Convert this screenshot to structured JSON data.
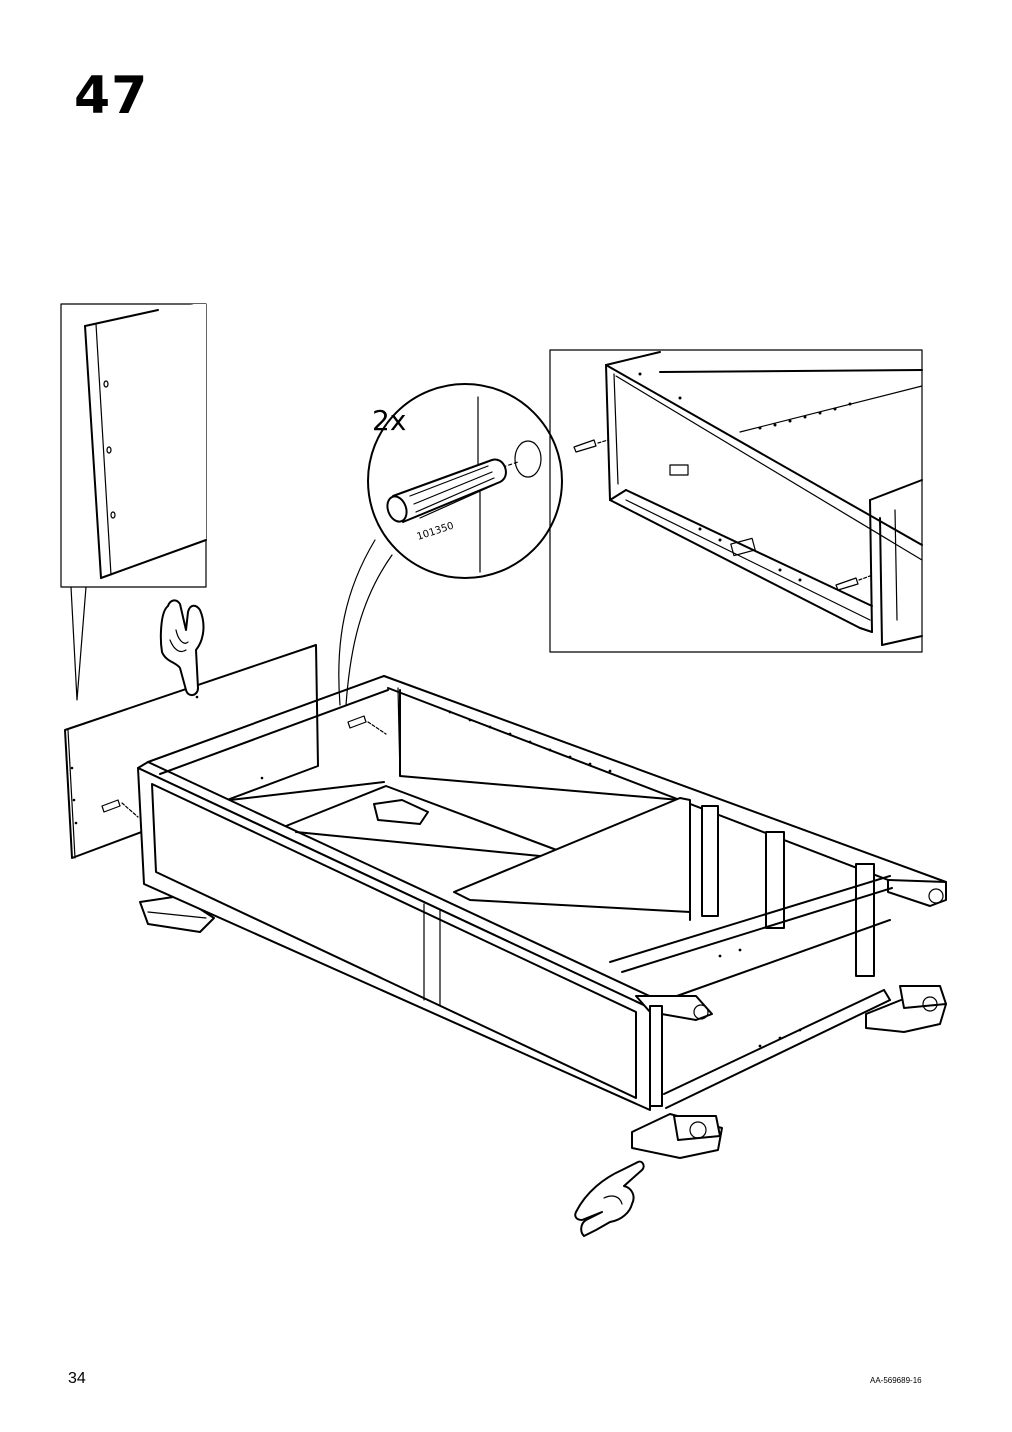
{
  "step": {
    "number": "47"
  },
  "callout": {
    "quantity": "2x",
    "part_number": "101350"
  },
  "footer": {
    "page_number": "34",
    "document_id": "AA-569689-16"
  }
}
